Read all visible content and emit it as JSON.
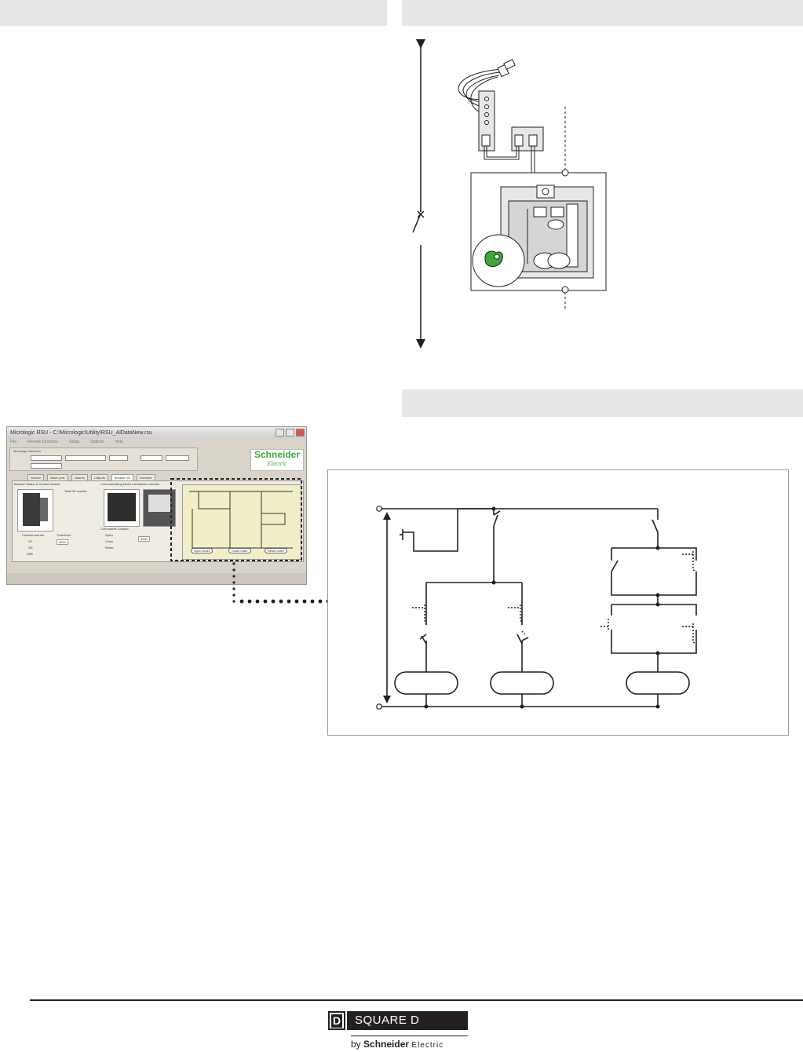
{
  "rsu_window": {
    "title": "Micrologic RSU - C:\\Micrologic\\Utility\\RSU_AlDataNew.rsu",
    "menu": [
      "File",
      "Remote functions",
      "Setup",
      "Options",
      "Help"
    ],
    "selection_label": "Micrologic selection",
    "logo_line1": "Schneider",
    "logo_line2": "Electric",
    "tabs": [
      "Service",
      "Basic prot.",
      "Alarms",
      "Outputs",
      "Breaker I/O",
      "Interface"
    ],
    "module_label": "Breaker Status & Control Module",
    "bcm_label": "Communicating Motor mechanism module",
    "total_counter_label": "Total I/E counter",
    "contact_counter_label": "Contact counter",
    "threshold_label": "Threshold",
    "counter_rows": [
      "OF",
      "SD",
      "SDE"
    ],
    "threshold_value": "5000",
    "commands_label": "Commands Counter",
    "command_rows": [
      "Open",
      "Close",
      "Reset"
    ],
    "command_threshold": "5000",
    "diagram_buttons": [
      "Open order",
      "Close order",
      "Reset order"
    ]
  },
  "colors": {
    "band": "#e6e7e8",
    "green_accent": "#3aa935",
    "wire": "#231f20"
  },
  "footer": {
    "brand_letter": "D",
    "brand_name": "SQUARE D",
    "by_text": "by",
    "schneider": "Schneider",
    "electric": "Electric"
  }
}
